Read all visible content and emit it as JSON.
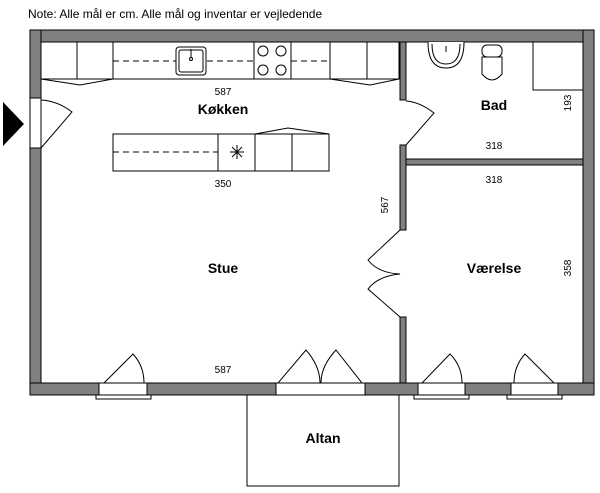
{
  "note": "Note: Alle mål er cm. Alle mål og inventar er vejledende",
  "rooms": {
    "kitchen": "Køkken",
    "living": "Stue",
    "bath": "Bad",
    "bedroom": "Værelse",
    "balcony": "Altan"
  },
  "dimensions": {
    "kitchen_width": "587",
    "island_width": "350",
    "living_width": "587",
    "divider_length": "567",
    "bath_width": "318",
    "bath_depth": "193",
    "bedroom_width": "318",
    "bedroom_depth": "358"
  },
  "colors": {
    "wall": "#808080",
    "line": "#000000"
  }
}
